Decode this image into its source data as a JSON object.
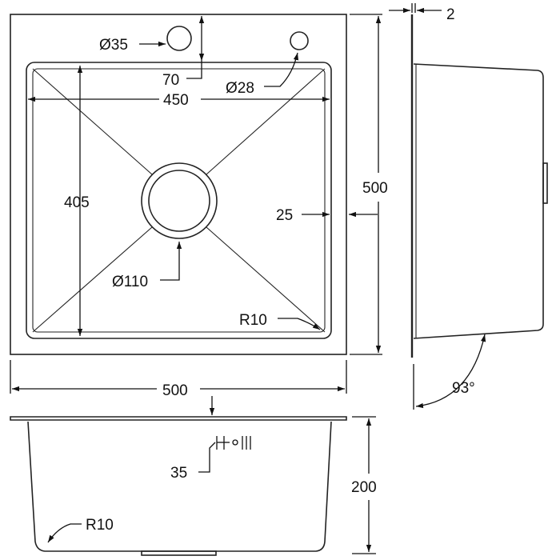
{
  "labels": {
    "hole_tap": "Ø35",
    "hole_tap_offset": "70",
    "hole_overflow": "Ø28",
    "inner_width": "450",
    "inner_depth_y": "405",
    "drain": "Ø110",
    "rim_width": "25",
    "corner_radius_top": "R10",
    "overall_height": "500",
    "overall_width": "500",
    "flange_thickness": "2",
    "wall_angle": "93°",
    "overflow_size": "35",
    "depth": "200",
    "corner_radius_front": "R10"
  }
}
